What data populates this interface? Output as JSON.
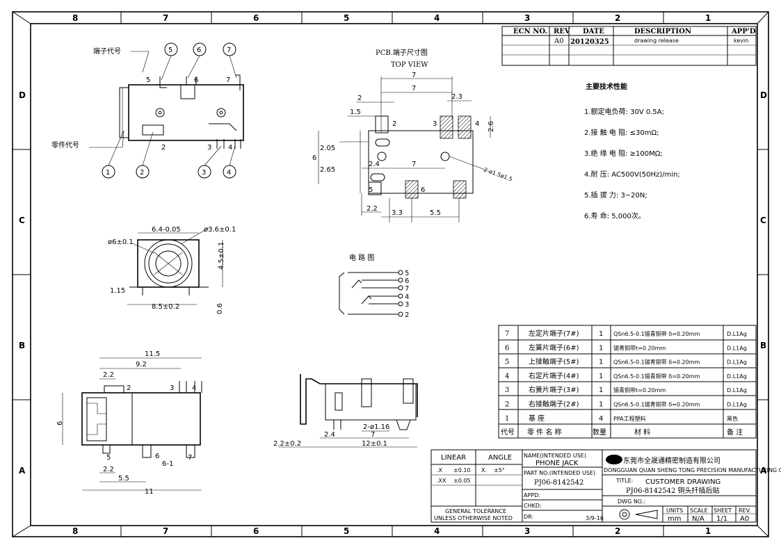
{
  "grid": {
    "top_numbers": [
      "8",
      "7",
      "6",
      "5",
      "4",
      "3",
      "2",
      "1"
    ],
    "bottom_numbers": [
      "8",
      "7",
      "6",
      "5",
      "4",
      "3",
      "2",
      "1"
    ],
    "left_letters": [
      "D",
      "C",
      "B",
      "A"
    ],
    "right_letters": [
      "D",
      "C",
      "B",
      "A"
    ]
  },
  "revision_table": {
    "headers": [
      "ECN NO.",
      "REV",
      "DATE",
      "DESCRIPTION",
      "APP'D"
    ],
    "row": {
      "ecn": "",
      "rev": "A0",
      "date": "20120325",
      "description": "drawing release",
      "appd": "kevin"
    }
  },
  "side_view": {
    "terminal_code_label": "端子代号",
    "part_code_label": "零件代号",
    "terminal_numbers": [
      "5",
      "6",
      "7"
    ],
    "part_numbers": [
      "1",
      "2",
      "3",
      "4"
    ],
    "inner_labels": [
      "5",
      "6",
      "7",
      "2",
      "3",
      "4"
    ]
  },
  "pcb_view": {
    "title": "PCB.端子尺寸图",
    "subtitle": "TOP VIEW",
    "dims": [
      "7",
      "7",
      "2",
      "2.3",
      "1.5",
      "2",
      "3",
      "4",
      "2.6",
      "2.05",
      "6",
      "2.65",
      "2.4",
      "7",
      "2-ø1.5ø1.5",
      "5",
      "6",
      "2.2",
      "3.3",
      "5.5"
    ]
  },
  "front_view": {
    "dims": [
      "6.4-0.05",
      "ø3.6±0.1",
      "ø6±0.1",
      "4.5±0.1",
      "1.15",
      "8.5±0.2",
      "0.6"
    ]
  },
  "circuit": {
    "title": "电 路 图",
    "pins": [
      "5",
      "6",
      "7",
      "4",
      "3",
      "2"
    ]
  },
  "specs": {
    "title": "主要技术性能",
    "items": [
      "1.额定电负荷: 30V 0.5A;",
      "2.接 触 电 阻: ≤30mΩ;",
      "3.绝 缘 电 阻: ≥100MΩ;",
      "4.耐       压: AC500V(50Hz)/min;",
      "5.插   拔   力: 3~20N;",
      "6.寿       命: 5,000次。"
    ]
  },
  "bom": {
    "rows": [
      {
        "no": "7",
        "name": "左定片端子(7#)",
        "qty": "1",
        "material": "QSn6.5-0.1锡青铜带 δ=0.20mm",
        "finish": "D.L1Ag"
      },
      {
        "no": "6",
        "name": "左簧片端子(6#)",
        "qty": "1",
        "material": "锡青铜带t=0.20mm",
        "finish": "D.L1Ag"
      },
      {
        "no": "5",
        "name": "上接触端子(5#)",
        "qty": "1",
        "material": "QSn6.5-0.1锡青铜带 δ=0.20mm",
        "finish": "D.L1Ag"
      },
      {
        "no": "4",
        "name": "右定片端子(4#)",
        "qty": "1",
        "material": "QSn6.5-0.1锡青铜带 δ=0.20mm",
        "finish": "D.L1Ag"
      },
      {
        "no": "3",
        "name": "右簧片端子(3#)",
        "qty": "1",
        "material": "锡青铜带t=0.20mm",
        "finish": "D.L1Ag"
      },
      {
        "no": "2",
        "name": "右接触端子(2#)",
        "qty": "1",
        "material": "QSn6.5-0.1锡青铜带 δ=0.20mm",
        "finish": "D.L1Ag"
      },
      {
        "no": "1",
        "name": "基      座",
        "qty": "4",
        "material": "PPA工程塑料",
        "finish": "黑色"
      }
    ],
    "headers": {
      "no": "代号",
      "name": "零 件 名 称",
      "qty": "数量",
      "material": "材          料",
      "finish": "备 注"
    }
  },
  "bottom_left_view": {
    "dims": [
      "11.5",
      "9.2",
      "2.2",
      "2",
      "3",
      "4",
      "6",
      "5",
      "6",
      "6-1",
      "7",
      "2.2",
      "5.5",
      "11"
    ]
  },
  "bottom_side_view": {
    "dims": [
      "2-ø1.16",
      "7",
      "2.4",
      "12±0.1",
      "2.2±0.2"
    ]
  },
  "title_block": {
    "linear": "LINEAR",
    "angle": "ANGLE",
    "tol1_label": ".X",
    "tol1_val": "±0.10",
    "tol2_label": ".XX",
    "tol2_val": "±0.05",
    "angle_label": "X.",
    "angle_val": "±5°",
    "general_tol_1": "GENERAL  TOLERANCE",
    "general_tol_2": "UNLESS OTHERWISE NOTED",
    "name_label": "NAME(INTENDED USE)",
    "name_value": "PHONE JACK",
    "part_label": "PART NO.(INTENDED USE)",
    "part_value": "PJ06-8142542",
    "appd": "APPD:",
    "chkd": "CHKD:",
    "dr": "DR:",
    "dr_value": "3/9-16",
    "company_cn": "东莞市全晟通精密制造有限公司",
    "company_en": "DONGGUAN QUAN SHENG TONG PRECISION  MANUFACTURING CO.LTD",
    "title_label": "TITLE:",
    "title_value1": "CUSTOMER DRAWING",
    "title_value2": "PJ06-8142542    铜头扦插后贴",
    "dwg_no": "DWG NO.:",
    "units_label": "UNITS",
    "units_value": "mm",
    "scale_label": "SCALE",
    "scale_value": "N/A",
    "sheet_label": "SHEET",
    "sheet_value": "1/1",
    "rev_label": "REV.",
    "rev_value": "A0"
  }
}
